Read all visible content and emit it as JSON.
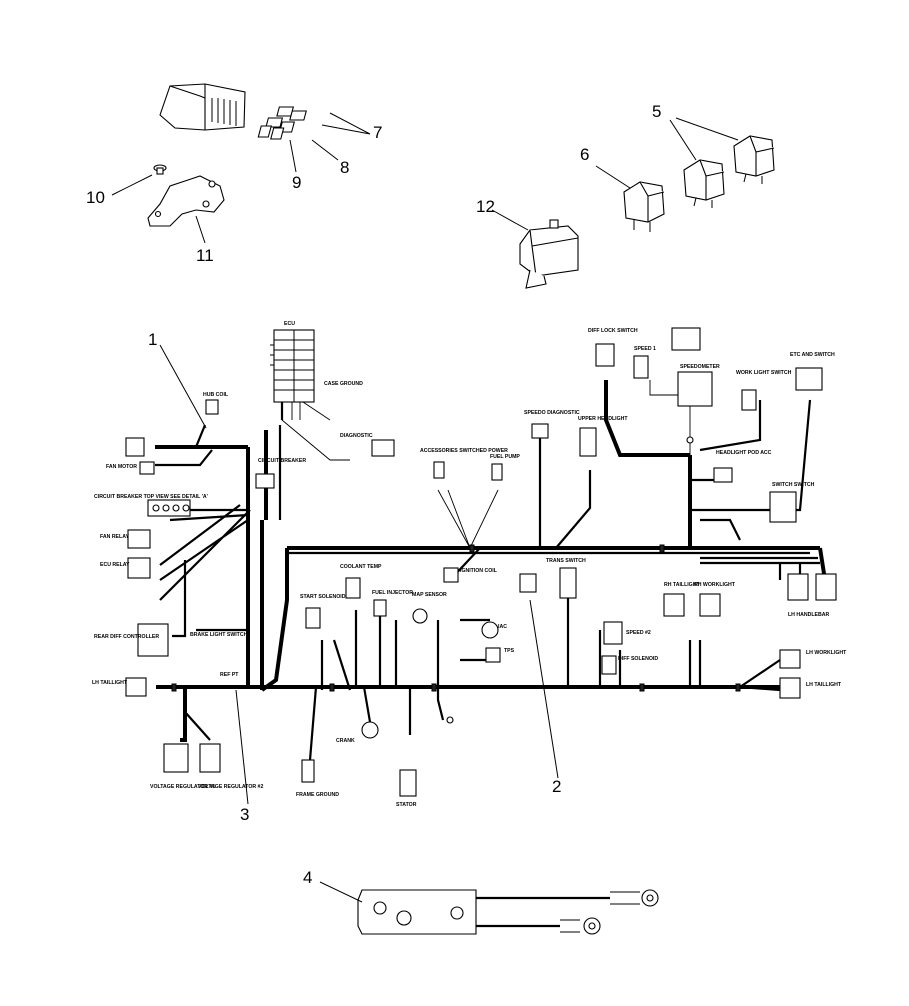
{
  "callouts": {
    "c1": "1",
    "c2": "2",
    "c3": "3",
    "c4": "4",
    "c5": "5",
    "c6": "6",
    "c7": "7",
    "c8": "8",
    "c9": "9",
    "c10": "10",
    "c11": "11",
    "c12": "12"
  },
  "labels": {
    "ecu": "ECU",
    "hub_coil": "HUB COIL",
    "fan_motor": "FAN MOTOR",
    "circuit_breaker_top": "CIRCUIT BREAKER TOP VIEW SEE DETAIL 'A'",
    "fan_relay": "FAN RELAY",
    "ecu_relay": "ECU RELAY",
    "rear_diff_controller": "REAR DIFF CONTROLLER",
    "brake_light_switch": "BRAKE LIGHT SWITCH",
    "lh_taillight": "LH TAILLIGHT",
    "voltage_regulator_1": "VOLTAGE REGULATOR #1",
    "voltage_regulator_2": "VOLTAGE REGULATOR #2",
    "case_ground": "CASE GROUND",
    "diagnostic": "DIAGNOSTIC",
    "circuit_breaker": "CIRCUIT BREAKER",
    "accessories_switched_power": "ACCESSORIES SWITCHED POWER",
    "fuel_pump": "FUEL PUMP",
    "speedo_diagnostic": "SPEEDO DIAGNOSTIC",
    "upper_headlight": "UPPER HEADLIGHT",
    "diff_lock_switch": "DIFF LOCK SWITCH",
    "speed_1": "SPEED 1",
    "speedometer": "SPEEDOMETER",
    "work_light_switch": "WORK LIGHT SWITCH",
    "etc_and_switch": "ETC AND SWITCH",
    "headlight_pod_acc": "HEADLIGHT POD ACC",
    "switch_switch": "SWITCH SWITCH",
    "coolant_temp": "COOLANT TEMP",
    "ignition_coil": "IGNITION COIL",
    "trans_switch": "TRANS SWITCH",
    "start_solenoid": "START SOLENOID",
    "fuel_injector": "FUEL INJECTOR",
    "map_sensor": "MAP SENSOR",
    "iac": "IAC",
    "tps": "TPS",
    "speed_2": "SPEED #2",
    "diff_solenoid": "DIFF SOLENOID",
    "rh_taillight": "RH TAILLIGHT",
    "rh_worklight": "RH WORKLIGHT",
    "lh_handlebar": "LH HANDLEBAR",
    "lh_worklight": "LH WORKLIGHT",
    "lh_taillight_r": "LH TAILLIGHT",
    "crank": "CRANK",
    "frame_ground": "FRAME GROUND",
    "stator": "STATOR",
    "ref_pt": "REF PT"
  },
  "colors": {
    "ink": "#000000",
    "paper": "#ffffff"
  }
}
